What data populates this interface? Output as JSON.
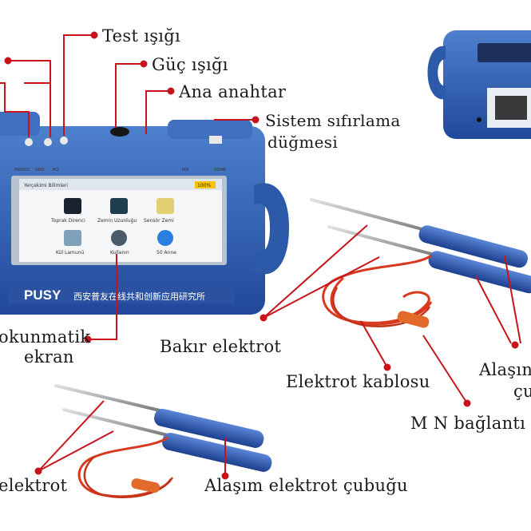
{
  "labels": {
    "test_light": "Test ışığı",
    "power_light": "Güç ışığı",
    "main_switch": "Ana anahtar",
    "reset_line1": "Sistem sıfırlama",
    "reset_line2": "düğmesi",
    "touch_line1": "okunmatik",
    "touch_line2": "ekran",
    "copper": "Bakır elektrot",
    "cable": "Elektrot kablosu",
    "alloy_right_line1": "Alaşın",
    "alloy_right_line2": "çu",
    "mn": "M N bağlantı",
    "electrode_left": "elektrot",
    "alloy_rod": "Alaşım elektrot çubuğu"
  },
  "device": {
    "brand": "PUSY",
    "chinese_name": "西安普友在线共和创新应用研究所",
    "status_bar": [
      "PAGE01",
      "GND",
      "M2",
      "MN",
      "HOME"
    ],
    "window_title": "Yerçekimi Bilimleri",
    "battery": "100%",
    "apps": [
      "Toprak Direnci",
      "Zemin Uzunluğu",
      "Sensör Zemi",
      "Kül Lamunü",
      "Kullanın",
      "50 Anne"
    ]
  },
  "colors": {
    "accent_red": "#c7141a",
    "device_blue": "#2f5fb0",
    "device_dark": "#1f3f80",
    "cable_red": "#d73a1e"
  }
}
